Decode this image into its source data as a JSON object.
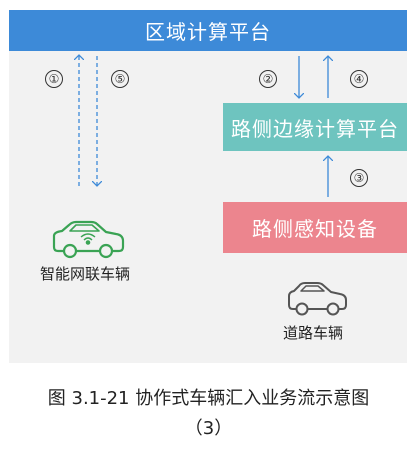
{
  "diagram": {
    "top_box": "区域计算平台",
    "edge_box": "路侧边缘计算平台",
    "sense_box": "路侧感知设备",
    "step_1": "①",
    "step_2": "②",
    "step_3": "③",
    "step_4": "④",
    "step_5": "⑤",
    "connected_vehicle_label": "智能网联车辆",
    "road_vehicle_label": "道路车辆"
  },
  "caption": {
    "line1": "图 3.1-21 协作式车辆汇入业务流示意图",
    "line2": "（3）"
  },
  "colors": {
    "top_box": "#3d8ad8",
    "edge_box": "#6ec4bf",
    "sense_box": "#ec858e",
    "arrow": "#3d8ad8",
    "connected_vehicle": "#3aa354",
    "road_vehicle": "#555555"
  }
}
